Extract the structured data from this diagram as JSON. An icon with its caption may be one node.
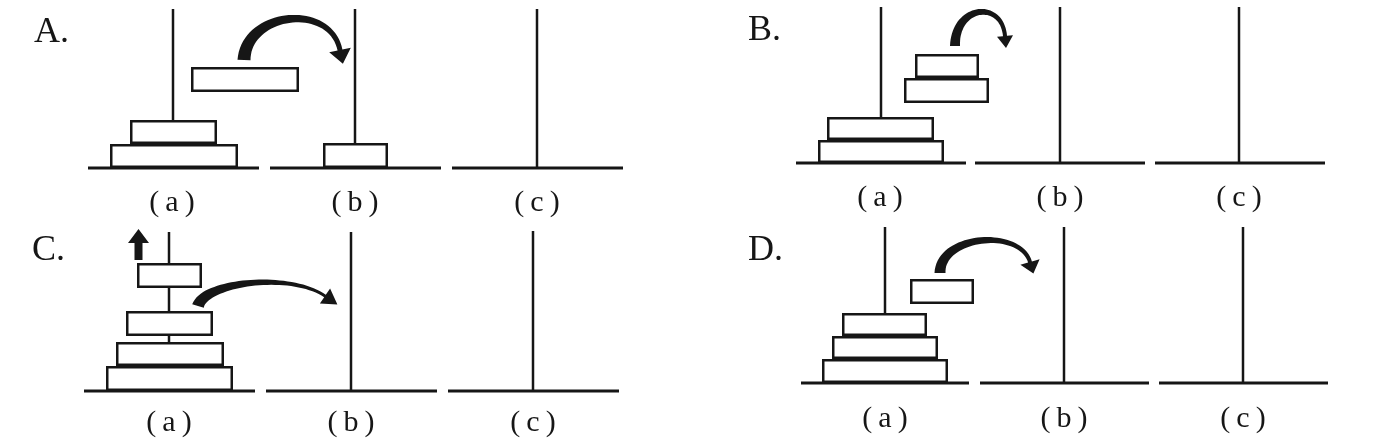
{
  "diagram": {
    "labels": [
      "A.",
      "(a)",
      "(b)",
      "(c)",
      "B.",
      "(a)",
      "(b)",
      "(c)",
      "C.",
      "(a)",
      "(b)",
      "(c)",
      "D.",
      "(a)",
      "(b)",
      "(c)"
    ]
  }
}
